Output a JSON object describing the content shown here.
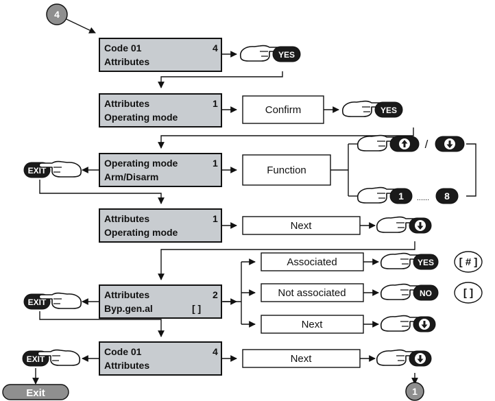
{
  "start_badge": "4",
  "end_badge": "1",
  "lcd": {
    "code01_top": {
      "line1": "Code 01",
      "value": "4",
      "line2": "Attributes"
    },
    "attributes_1": {
      "line1": "Attributes",
      "value": "1",
      "line2": "Operating mode"
    },
    "operating_mode": {
      "line1": "Operating mode",
      "value": "1",
      "line2": "Arm/Disarm"
    },
    "attributes_1b": {
      "line1": "Attributes",
      "value": "1",
      "line2": "Operating mode"
    },
    "attributes_2": {
      "line1": "Attributes",
      "value": "2",
      "line2": "Byp.gen.al",
      "bracket": "[ ]"
    },
    "code01_bottom": {
      "line1": "Code 01",
      "value": "4",
      "line2": "Attributes"
    }
  },
  "actions": {
    "confirm": "Confirm",
    "function": "Function",
    "next1": "Next",
    "associated": "Associated",
    "not_associated": "Not associated",
    "next2": "Next",
    "next3": "Next"
  },
  "keys": {
    "yes": "YES",
    "no": "NO",
    "exit": "EXIT",
    "num1": "1",
    "num8": "8",
    "up_icon": "arrow-up-icon",
    "down_icon": "arrow-down-icon"
  },
  "separators": {
    "slash": "/",
    "dots": "......"
  },
  "symbols": {
    "associated": "[ # ]",
    "not_associated": "[  ]"
  },
  "exit_label": "Exit",
  "colors": {
    "lcd_fill": "#c8ccd0",
    "key_fill": "#1a1a1a",
    "badge_fill": "#8f8f8f",
    "line": "#111111"
  }
}
